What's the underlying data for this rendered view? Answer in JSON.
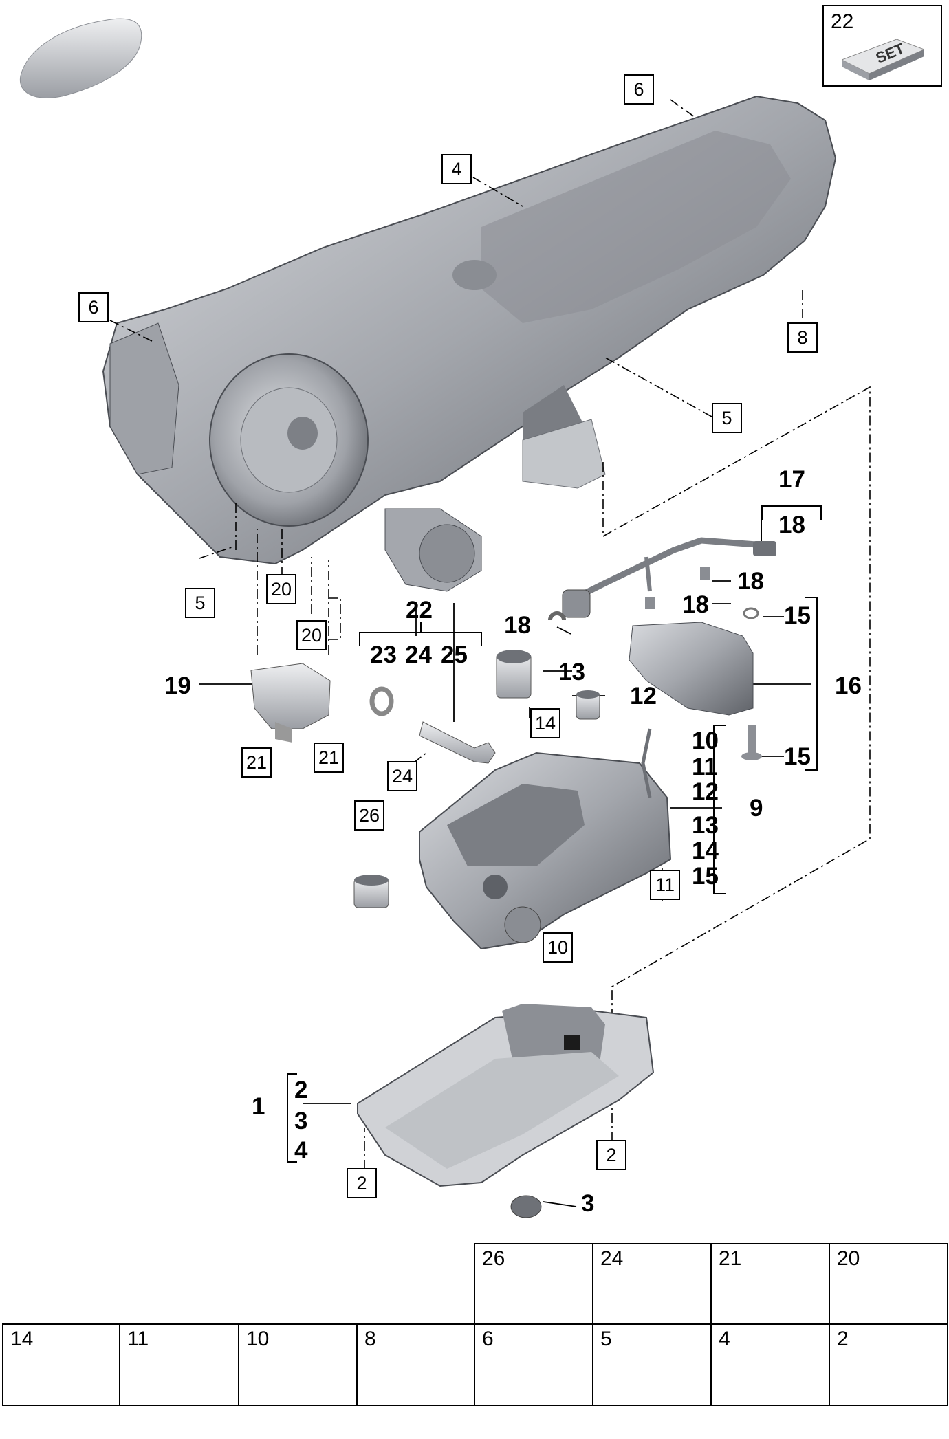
{
  "set_box": {
    "number": "22",
    "label": "SET"
  },
  "boxed_callouts": [
    {
      "id": "c6a",
      "text": "6"
    },
    {
      "id": "c4",
      "text": "4"
    },
    {
      "id": "c6b",
      "text": "6"
    },
    {
      "id": "c8",
      "text": "8"
    },
    {
      "id": "c5a",
      "text": "5"
    },
    {
      "id": "c5b",
      "text": "5"
    },
    {
      "id": "c20a",
      "text": "20"
    },
    {
      "id": "c20b",
      "text": "20"
    },
    {
      "id": "c21a",
      "text": "21"
    },
    {
      "id": "c21b",
      "text": "21"
    },
    {
      "id": "c24",
      "text": "24"
    },
    {
      "id": "c26",
      "text": "26"
    },
    {
      "id": "c14",
      "text": "14"
    },
    {
      "id": "c11",
      "text": "11"
    },
    {
      "id": "c10",
      "text": "10"
    },
    {
      "id": "c2a",
      "text": "2"
    },
    {
      "id": "c2b",
      "text": "2"
    }
  ],
  "bold_callouts": {
    "n17": "17",
    "n18top": "18",
    "n18a": "18",
    "n18b": "18",
    "n18c": "18",
    "n15a": "15",
    "n15b": "15",
    "n16": "16",
    "n13": "13",
    "n12": "12",
    "n14box": "14",
    "n22": "22",
    "n23": "23",
    "n24": "24",
    "n25": "25",
    "n19": "19",
    "n9": "9",
    "g10": "10",
    "g11": "11",
    "g12": "12",
    "g13": "13",
    "g14": "14",
    "g15": "15",
    "n1": "1",
    "g2": "2",
    "g3": "3",
    "g4": "4",
    "n3": "3"
  },
  "parts_table": {
    "top_row": [
      "26",
      "24",
      "21",
      "20"
    ],
    "bottom_row": [
      "14",
      "11",
      "10",
      "8",
      "6",
      "5",
      "4",
      "2"
    ]
  },
  "colors": {
    "part_fill": "#a9acb2",
    "part_dark": "#6e7177",
    "part_light": "#d5d7db",
    "line": "#000000"
  }
}
